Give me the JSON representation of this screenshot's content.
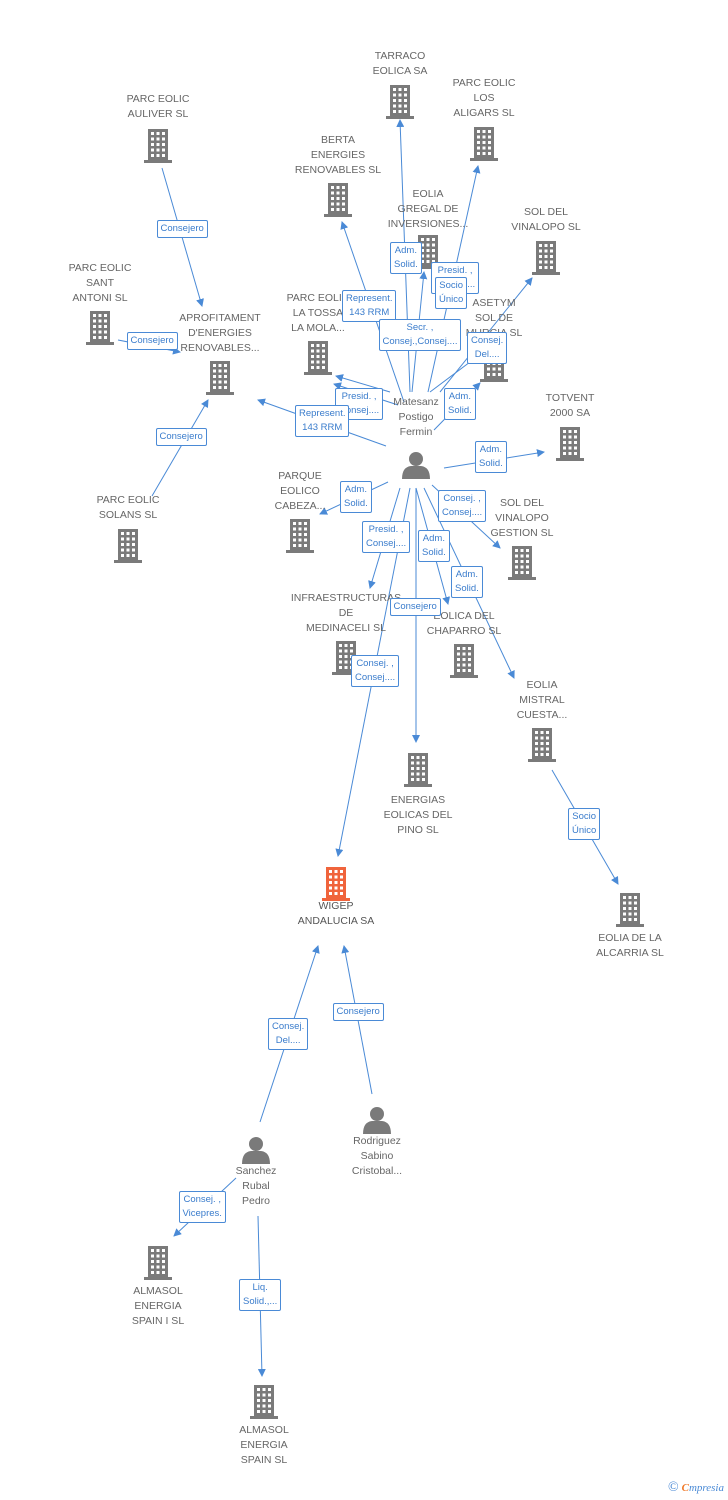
{
  "colors": {
    "edge": "#4a8ad6",
    "building": "#7a7a7a",
    "focus": "#f0643c",
    "person": "#7a7a7a"
  },
  "nodes": [
    {
      "id": "tarraco",
      "type": "company",
      "name": [
        "TARRACO",
        "EOLICA SA"
      ]
    },
    {
      "id": "parc_los_aligars",
      "type": "company",
      "name": [
        "PARC EOLIC",
        "LOS",
        "ALIGARS SL"
      ]
    },
    {
      "id": "parc_auliver",
      "type": "company",
      "name": [
        "PARC EOLIC",
        "AULIVER SL"
      ]
    },
    {
      "id": "berta",
      "type": "company",
      "name": [
        "BERTA",
        "ENERGIES",
        "RENOVABLES SL"
      ]
    },
    {
      "id": "eolia_gregal",
      "type": "company",
      "name": [
        "EOLIA",
        "GREGAL DE",
        "INVERSIONES..."
      ]
    },
    {
      "id": "sol_vinalopo",
      "type": "company",
      "name": [
        "SOL DEL",
        "VINALOPO SL"
      ]
    },
    {
      "id": "parc_sant_antoni",
      "type": "company",
      "name": [
        "PARC EOLIC",
        "SANT",
        "ANTONI SL"
      ]
    },
    {
      "id": "aprofitament",
      "type": "company",
      "name": [
        "APROFITAMENT",
        "D'ENERGIES",
        "RENOVABLES..."
      ]
    },
    {
      "id": "parc_tossa",
      "type": "company",
      "name": [
        "PARC EOLIC",
        "LA TOSSA",
        "LA MOLA..."
      ]
    },
    {
      "id": "asetym",
      "type": "company",
      "name": [
        "ASETYM",
        "SOL DE",
        "MURCIA SL"
      ]
    },
    {
      "id": "totvent",
      "type": "company",
      "name": [
        "TOTVENT",
        "2000 SA"
      ]
    },
    {
      "id": "parc_solans",
      "type": "company",
      "name": [
        "PARC EOLIC",
        "SOLANS SL"
      ]
    },
    {
      "id": "parque_cabeza",
      "type": "company",
      "name": [
        "PARQUE",
        "EOLICO",
        "CABEZA..."
      ]
    },
    {
      "id": "sol_vinalopo_gestion",
      "type": "company",
      "name": [
        "SOL DEL",
        "VINALOPO",
        "GESTION SL"
      ]
    },
    {
      "id": "infraestructuras",
      "type": "company",
      "name": [
        "INFRAESTRUCTURAS",
        "DE",
        "MEDINACELI SL"
      ]
    },
    {
      "id": "eolica_chaparro",
      "type": "company",
      "name": [
        "EOLICA DEL",
        "CHAPARRO SL"
      ]
    },
    {
      "id": "eolia_mistral",
      "type": "company",
      "name": [
        "EOLIA",
        "MISTRAL",
        "CUESTA..."
      ]
    },
    {
      "id": "energias_pino",
      "type": "company",
      "name": [
        "ENERGIAS",
        "EOLICAS DEL",
        "PINO SL"
      ]
    },
    {
      "id": "eolia_alcarria",
      "type": "company",
      "name": [
        "EOLIA DE LA",
        "ALCARRIA SL"
      ]
    },
    {
      "id": "wigep",
      "type": "focus",
      "name": [
        "WIGEP",
        "ANDALUCIA SA"
      ]
    },
    {
      "id": "matesanz",
      "type": "person",
      "name": [
        "Matesanz",
        "Postigo",
        "Fermin"
      ]
    },
    {
      "id": "rodriguez",
      "type": "person",
      "name": [
        "Rodriguez",
        "Sabino",
        "Cristobal..."
      ]
    },
    {
      "id": "sanchez",
      "type": "person",
      "name": [
        "Sanchez",
        "Rubal",
        "Pedro"
      ]
    },
    {
      "id": "almasol_i",
      "type": "company",
      "name": [
        "ALMASOL",
        "ENERGIA",
        "SPAIN I  SL"
      ]
    },
    {
      "id": "almasol",
      "type": "company",
      "name": [
        "ALMASOL",
        "ENERGIA",
        "SPAIN  SL"
      ]
    }
  ],
  "edges": [
    {
      "id": "e1",
      "from": "matesanz",
      "to": "tarraco",
      "label": []
    },
    {
      "id": "e2",
      "from": "matesanz",
      "to": "parc_los_aligars",
      "label": [
        "Presid. ,",
        "Consej...."
      ]
    },
    {
      "id": "e3",
      "from": "matesanz",
      "to": "berta",
      "label": [
        "Represent.",
        "143 RRM"
      ]
    },
    {
      "id": "e4",
      "from": "matesanz",
      "to": "eolia_gregal",
      "label": [
        "Adm.",
        "Solid."
      ]
    },
    {
      "id": "e5",
      "from": "matesanz",
      "to": "sol_vinalopo",
      "label": [
        "Consej.",
        "Del...."
      ]
    },
    {
      "id": "e6",
      "from": "matesanz",
      "to": "asetym",
      "label": [
        "Socio",
        "Único"
      ]
    },
    {
      "id": "e7",
      "from": "matesanz",
      "to": "parc_tossa",
      "label": [
        "Secr. ,",
        "Consej.,Consej...."
      ]
    },
    {
      "id": "e8",
      "from": "matesanz",
      "to": "parc_tossa",
      "label": [
        "Presid. ,",
        "Consej...."
      ]
    },
    {
      "id": "e9",
      "from": "matesanz",
      "to": "aprofitament",
      "label": [
        "Represent.",
        "143 RRM"
      ]
    },
    {
      "id": "e10",
      "from": "parc_auliver",
      "to": "aprofitament",
      "label": [
        "Consejero"
      ]
    },
    {
      "id": "e11",
      "from": "parc_sant_antoni",
      "to": "aprofitament",
      "label": [
        "Consejero"
      ]
    },
    {
      "id": "e12",
      "from": "parc_solans",
      "to": "aprofitament",
      "label": [
        "Consejero"
      ]
    },
    {
      "id": "e13",
      "from": "matesanz",
      "to": "totvent",
      "label": [
        "Adm.",
        "Solid."
      ]
    },
    {
      "id": "e14",
      "from": "matesanz",
      "to": "asetym",
      "label": [
        "Adm.",
        "Solid."
      ]
    },
    {
      "id": "e15",
      "from": "matesanz",
      "to": "parque_cabeza",
      "label": [
        "Adm.",
        "Solid."
      ]
    },
    {
      "id": "e16",
      "from": "matesanz",
      "to": "sol_vinalopo_gestion",
      "label": [
        "Consej. ,",
        "Consej...."
      ]
    },
    {
      "id": "e17",
      "from": "matesanz",
      "to": "infraestructuras",
      "label": [
        "Presid. ,",
        "Consej...."
      ]
    },
    {
      "id": "e18",
      "from": "matesanz",
      "to": "eolica_chaparro",
      "label": [
        "Adm.",
        "Solid."
      ]
    },
    {
      "id": "e19",
      "from": "matesanz",
      "to": "eolia_mistral",
      "label": [
        "Adm.",
        "Solid."
      ]
    },
    {
      "id": "e20",
      "from": "matesanz",
      "to": "energias_pino",
      "label": [
        "Consejero"
      ]
    },
    {
      "id": "e21",
      "from": "matesanz",
      "to": "wigep",
      "label": [
        "Consej. ,",
        "Consej...."
      ]
    },
    {
      "id": "e22",
      "from": "eolia_mistral",
      "to": "eolia_alcarria",
      "label": [
        "Socio",
        "Único"
      ]
    },
    {
      "id": "e23",
      "from": "sanchez",
      "to": "wigep",
      "label": [
        "Consej.",
        "Del...."
      ]
    },
    {
      "id": "e24",
      "from": "rodriguez",
      "to": "wigep",
      "label": [
        "Consejero"
      ]
    },
    {
      "id": "e25",
      "from": "sanchez",
      "to": "almasol_i",
      "label": [
        "Consej. ,",
        "Vicepres."
      ]
    },
    {
      "id": "e26",
      "from": "sanchez",
      "to": "almasol",
      "label": [
        "Liq.",
        "Solid.,..."
      ]
    }
  ],
  "footer": {
    "copyright": "©",
    "brand_initial": "C",
    "brand_rest": "mpresia"
  }
}
